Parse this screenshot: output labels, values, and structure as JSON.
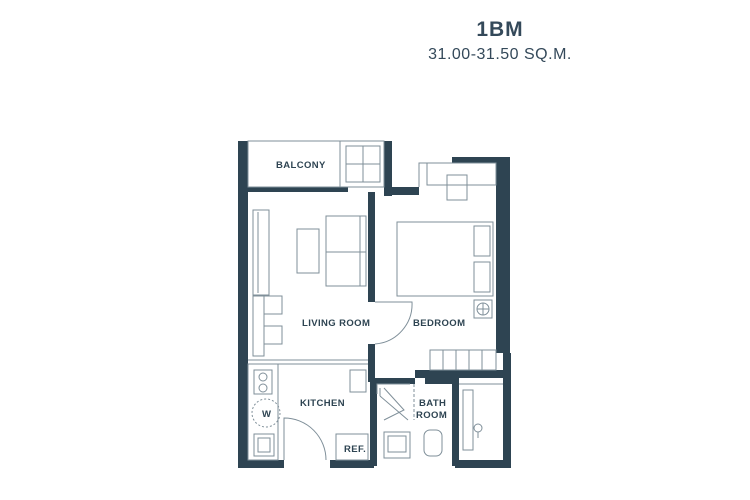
{
  "header": {
    "title": "1BM",
    "area": "31.00-31.50 SQ.M."
  },
  "rooms": {
    "balcony": "BALCONY",
    "living": "LIVING ROOM",
    "bedroom": "BEDROOM",
    "kitchen": "KITCHEN",
    "bath_line1": "BATH",
    "bath_line2": "ROOM",
    "ref": "REF.",
    "washer": "W"
  },
  "colors": {
    "wall": "#2e4452",
    "line": "#7f8f99",
    "background": "#ffffff"
  }
}
